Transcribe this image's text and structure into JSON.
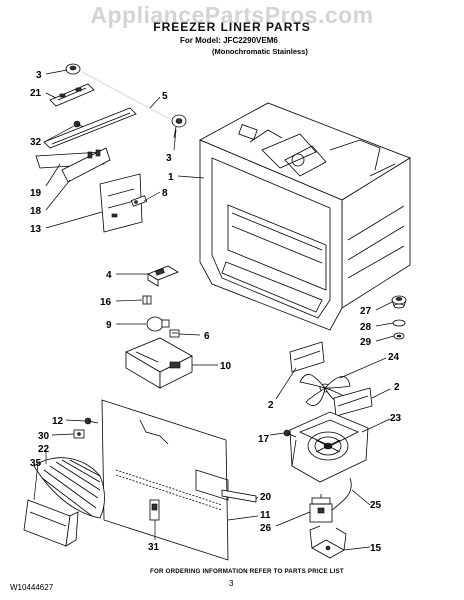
{
  "watermark": "AppliancePartsPros.com",
  "header": {
    "title": "FREEZER LINER PARTS",
    "model_line": "For Model: JFC2290VEM6",
    "variant_line": "(Monochromatic Stainless)"
  },
  "footer": {
    "note": "FOR ORDERING INFORMATION REFER TO PARTS PRICE LIST",
    "doc_number": "W10444627",
    "page_number": "3"
  },
  "callouts": [
    "3",
    "21",
    "5",
    "32",
    "3",
    "1",
    "8",
    "19",
    "18",
    "13",
    "4",
    "16",
    "9",
    "6",
    "10",
    "27",
    "28",
    "29",
    "24",
    "2",
    "2",
    "23",
    "12",
    "30",
    "22",
    "35",
    "17",
    "20",
    "11",
    "26",
    "25",
    "15",
    "31"
  ]
}
